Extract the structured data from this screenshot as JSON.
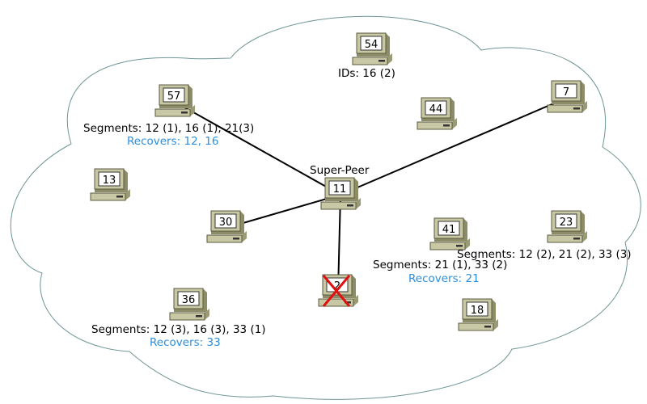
{
  "colors": {
    "cloud_stroke": "#6f9595",
    "edge": "#000000",
    "recovers": "#2a8fe0",
    "fail_cross": "#e01010"
  },
  "icon": "computer-icon",
  "super_peer_label": "Super-Peer",
  "nodes": [
    {
      "id": "54",
      "label": "IDs: 16 (2)"
    },
    {
      "id": "57",
      "segments": "Segments: 12 (1), 16 (1), 21(3)",
      "recovers": "Recovers: 12, 16"
    },
    {
      "id": "44"
    },
    {
      "id": "7"
    },
    {
      "id": "13"
    },
    {
      "id": "11",
      "role": "super-peer"
    },
    {
      "id": "30"
    },
    {
      "id": "41",
      "segments": "Segments: 21 (1), 33 (2)",
      "recovers": "Recovers: 21"
    },
    {
      "id": "23",
      "segments": "Segments: 12 (2), 21 (2), 33 (3)"
    },
    {
      "id": "2",
      "failed": true
    },
    {
      "id": "36",
      "segments": "Segments: 12 (3), 16 (3), 33 (1)",
      "recovers": "Recovers: 33"
    },
    {
      "id": "18"
    }
  ],
  "edges": [
    {
      "from": "11",
      "to": "57"
    },
    {
      "from": "11",
      "to": "7"
    },
    {
      "from": "11",
      "to": "30"
    },
    {
      "from": "11",
      "to": "2"
    }
  ]
}
